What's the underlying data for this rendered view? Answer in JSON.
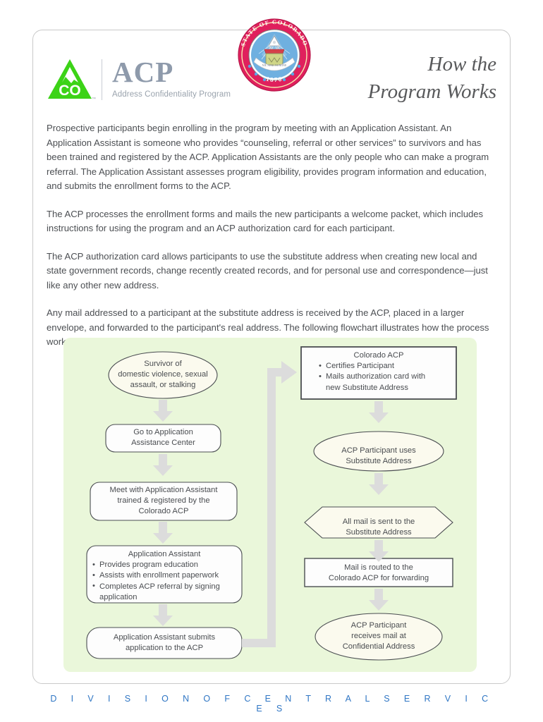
{
  "document": {
    "title_line1": "How the",
    "title_line2": "Program Works",
    "footer": "D I V I S I O N   O F   C E N T R A L   S E R V I C E S"
  },
  "logo": {
    "mark_text": "CO",
    "acronym": "ACP",
    "subtitle": "Address Confidentiality Program",
    "trademark": "™",
    "green": "#3cd317"
  },
  "seal": {
    "top_text": "STATE OF COLORADO",
    "year": "1876",
    "ring_color": "#e0205d",
    "field_color": "#4f9ad8"
  },
  "body": {
    "paragraphs": [
      "Prospective participants begin enrolling in the program by meeting with an Application Assistant. An Application Assistant is someone who provides “counseling, referral or other services” to survivors and has been trained and registered by the ACP. Application Assistants are the only people who can make a program referral. The Application Assistant assesses program eligibility, provides program information and education, and submits the enrollment forms to the ACP.",
      "The ACP processes the enrollment forms and mails the new participants a welcome packet, which includes instructions for using the program and an ACP authorization card for each participant.",
      "The ACP authorization card allows participants to use the substitute address when creating new local and state government records, change recently created records, and for personal use and correspondence—just like any other new address.",
      "Any mail addressed to a participant at the substitute address is received by the ACP, placed in a larger envelope, and forwarded to the participant's real address. The following flowchart illustrates how the process works:"
    ]
  },
  "flowchart": {
    "panel_color": "#eaf7da",
    "ellipse_fill": "#fbfaee",
    "box_fill": "#fdfdfd",
    "arrow_color": "#dcdcdc",
    "left_column": [
      {
        "id": "survivor",
        "shape": "ellipse",
        "lines": [
          "Survivor of",
          "domestic violence, sexual",
          "assault, or stalking"
        ]
      },
      {
        "id": "go-to-center",
        "shape": "rounded-rect",
        "lines": [
          "Go to Application",
          "Assistance Center"
        ]
      },
      {
        "id": "meet-assistant",
        "shape": "rounded-rect",
        "lines": [
          "Meet with Application Assistant",
          "trained & registered by the",
          "Colorado ACP"
        ]
      },
      {
        "id": "assistant-duties",
        "shape": "rounded-rect",
        "heading": "Application Assistant",
        "bullets": [
          "Provides program education",
          "Assists with enrollment paperwork",
          "Completes ACP referral by signing"
        ],
        "bullet_continuation": "application"
      },
      {
        "id": "submits-application",
        "shape": "rounded-rect",
        "lines": [
          "Application Assistant submits",
          "application to the ACP"
        ]
      }
    ],
    "right_column": [
      {
        "id": "colorado-acp",
        "shape": "rect",
        "heading": "Colorado ACP",
        "bullets": [
          "Certifies Participant",
          "Mails authorization card with"
        ],
        "bullet_continuation": "new Substitute Address"
      },
      {
        "id": "participant-uses",
        "shape": "ellipse",
        "lines": [
          "ACP Participant uses",
          "Substitute Address"
        ]
      },
      {
        "id": "all-mail-sent",
        "shape": "hexagon",
        "lines": [
          "All mail is sent to the",
          "Substitute Address"
        ]
      },
      {
        "id": "mail-routed",
        "shape": "rect",
        "lines": [
          "Mail is routed to the",
          "Colorado ACP for forwarding"
        ]
      },
      {
        "id": "receives-mail",
        "shape": "ellipse",
        "lines": [
          "ACP Participant",
          "receives mail at",
          "Confidential Address"
        ]
      }
    ]
  }
}
